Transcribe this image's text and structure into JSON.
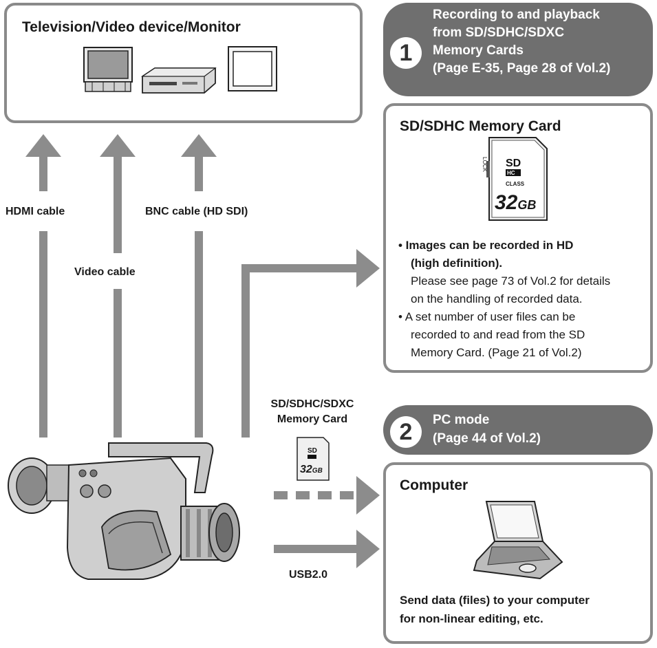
{
  "tv_box": {
    "title": "Television/Video device/Monitor"
  },
  "header1": {
    "number": "1",
    "lines": [
      "Recording to and playback",
      "from SD/SDHC/SDXC",
      "Memory Cards",
      "(Page E-35, Page 28 of Vol.2)"
    ]
  },
  "sd_box": {
    "title": "SD/SDHC Memory Card",
    "card_capacity_num": "32",
    "card_capacity_unit": "GB",
    "card_class": "CLASS",
    "card_lock": "LOCK",
    "bullet1_bold_line1": "• Images can be recorded in HD",
    "bullet1_bold_line2": "(high definition).",
    "bullet1_line3": "Please see page 73 of Vol.2 for details",
    "bullet1_line4": "on the handling of recorded data.",
    "bullet2_line1": "• A set number of user files can be",
    "bullet2_line2": "recorded to and read from the SD",
    "bullet2_line3": "Memory Card. (Page 21 of Vol.2)"
  },
  "header2": {
    "number": "2",
    "lines": [
      "PC mode",
      "(Page 44 of Vol.2)"
    ]
  },
  "computer_box": {
    "title": "Computer",
    "desc_line1": "Send data (files) to your computer",
    "desc_line2": "for non-linear editing, etc."
  },
  "labels": {
    "hdmi": "HDMI cable",
    "video": "Video cable",
    "bnc": "BNC cable (HD SDI)",
    "sd_card_line1": "SD/SDHC/SDXC",
    "sd_card_line2": "Memory Card",
    "small_card_num": "32",
    "small_card_unit": "GB",
    "usb": "USB2.0"
  },
  "colors": {
    "arrow": "#8c8c8c",
    "header_bg": "#6f6f6f",
    "box_border": "#8a8a8a"
  }
}
